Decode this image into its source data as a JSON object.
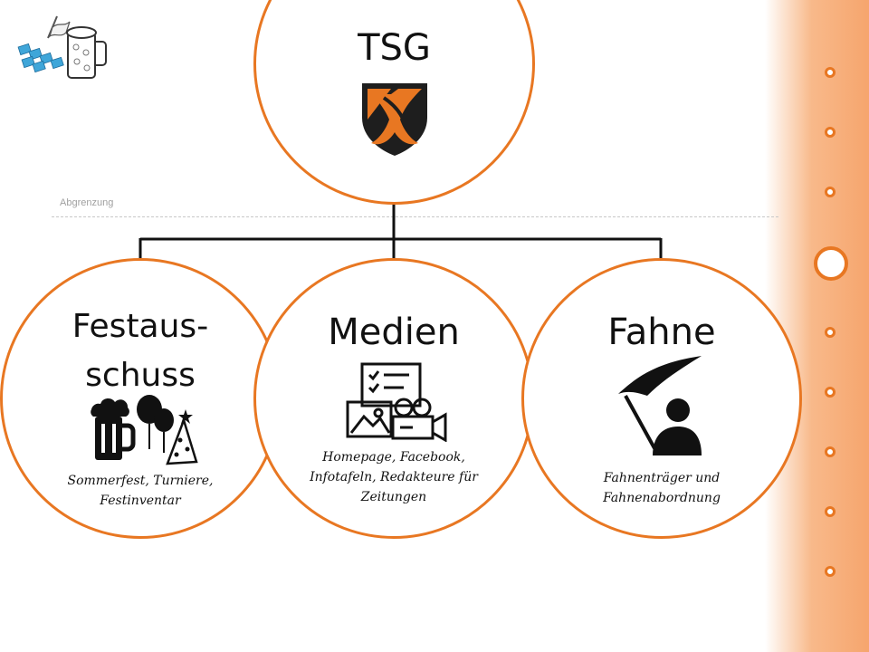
{
  "divider": {
    "label": "Abgrenzung"
  },
  "top": {
    "title": "TSG"
  },
  "nodes": [
    {
      "title_line1": "Festaus-",
      "title_line2": "schuss",
      "desc_line1": "Sommerfest, Turniere,",
      "desc_line2": "Festinventar"
    },
    {
      "title": "Medien",
      "desc_line1": "Homepage, Facebook,",
      "desc_line2": "Infotafeln, Redakteure für",
      "desc_line3": "Zeitungen"
    },
    {
      "title": "Fahne",
      "desc_line1": "Fahnenträger und",
      "desc_line2": "Fahnenabordnung"
    }
  ],
  "colors": {
    "accent": "#e87722",
    "band": "#f6a56d",
    "crest_dark": "#1e1e1e"
  },
  "icons": [
    "flag-and-beer-logo-icon",
    "tsg-crest-icon",
    "beer-balloons-party-hat-icon",
    "media-checklist-gallery-video-icon",
    "flag-bearer-icon"
  ]
}
